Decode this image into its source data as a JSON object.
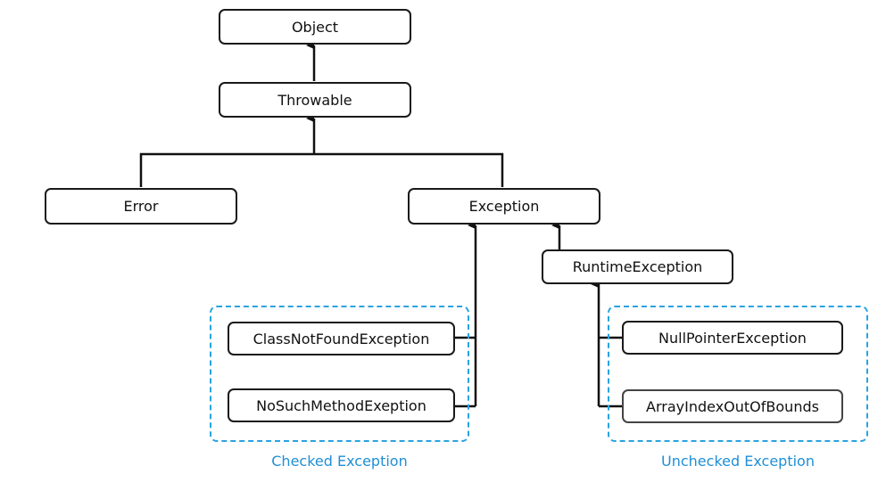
{
  "colors": {
    "line": "#111111",
    "node_border": "#1a1a1a",
    "group_border": "#29a3e0",
    "group_label": "#1f8fd6"
  },
  "nodes": {
    "object": "Object",
    "throwable": "Throwable",
    "error": "Error",
    "exception": "Exception",
    "runtime_exception": "RuntimeException",
    "class_not_found": "ClassNotFoundException",
    "no_such_method": "NoSuchMethodExeption",
    "null_pointer": "NullPointerException",
    "array_index": "ArrayIndexOutOfBounds"
  },
  "groups": {
    "checked_label": "Checked Exception",
    "unchecked_label": "Unchecked Exception"
  }
}
